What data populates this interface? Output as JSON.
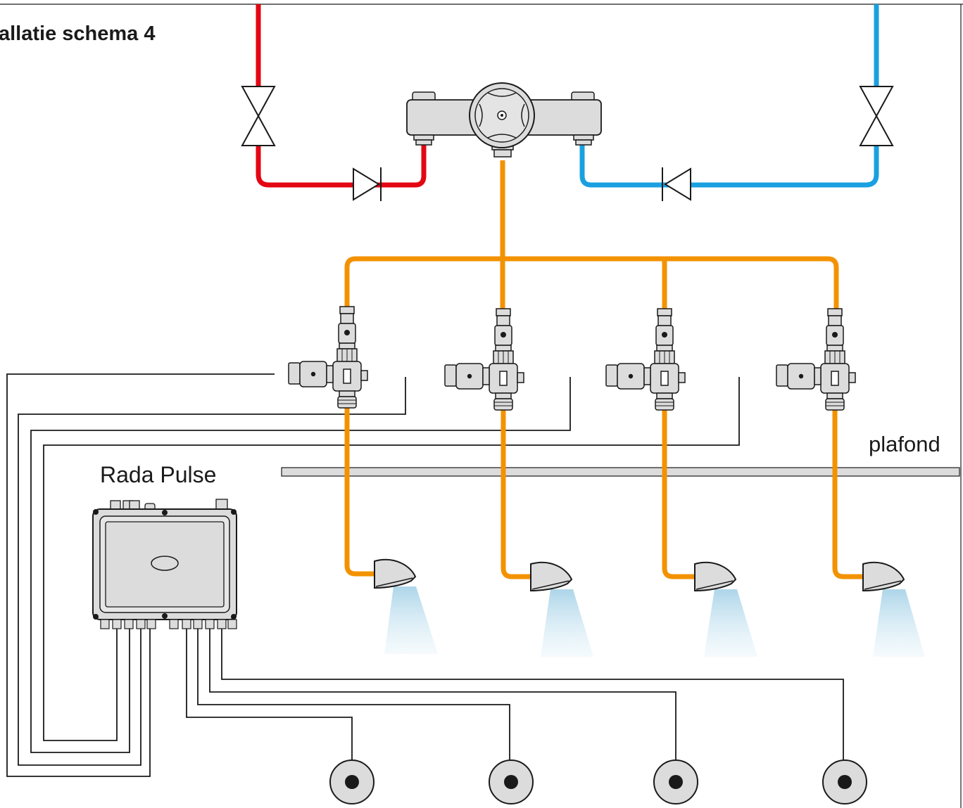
{
  "title": "allatie schema 4",
  "labels": {
    "ceiling": "plafond",
    "controller": "Rada Pulse"
  },
  "colors": {
    "hot_pipe": "#e30613",
    "cold_pipe": "#1aa0e0",
    "mixed_pipe": "#f39200",
    "component_fill": "#dcdcdc",
    "outline": "#1a1a1a",
    "spray": "#b9dcec"
  },
  "icons": {
    "isolation_valve": "bowtie-valve-icon",
    "check_valve": "check-valve-icon",
    "mixer": "thermostatic-mixer-icon",
    "solenoid_valve": "solenoid-valve-icon",
    "shower_head": "shower-head-icon",
    "push_button": "push-button-icon",
    "controller_box": "control-box-icon"
  },
  "counts": {
    "showers": 4
  }
}
